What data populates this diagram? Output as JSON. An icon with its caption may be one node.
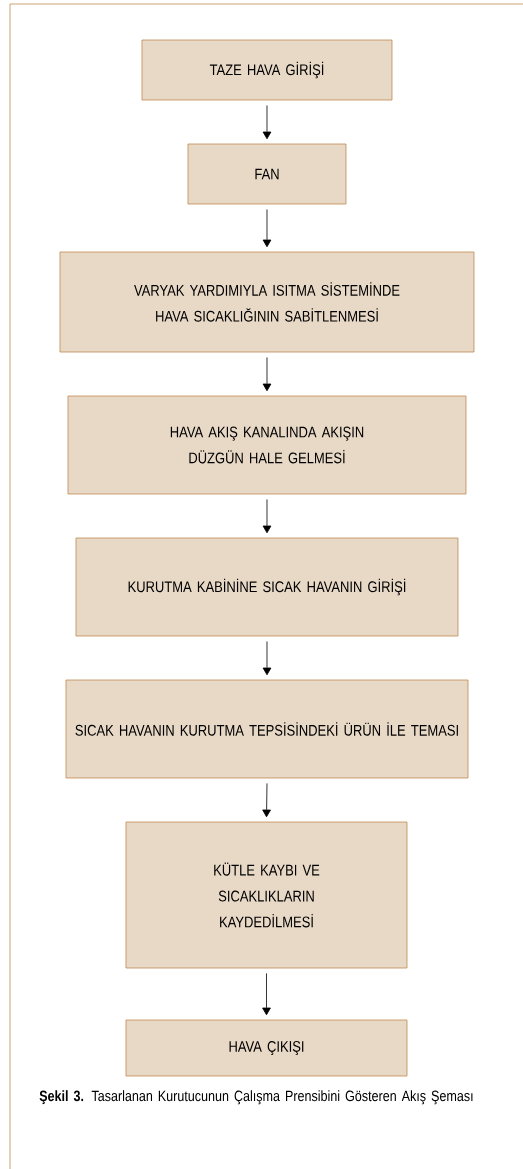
{
  "diagram": {
    "caption": "**Şekil 3.** Tasarlanan Kurutucunun Çalışma Prensibini Gösteren Akış Şeması",
    "nodes": [
      {
        "text": [
          "TAZE HAVA GİRİŞİ"
        ]
      },
      {
        "text": [
          "FAN"
        ]
      },
      {
        "text": [
          "VARYAK YARDIMIYLA ISITMA SİSTEMİNDE HAVA SICAKLIĞININ SABİTLENMESİ"
        ]
      },
      {
        "text": [
          "HAVA AKIŞ KANALINDA AKIŞIN DÜZGÜN HALE GELMESİ"
        ]
      },
      {
        "text": [
          "KURUTMA KABİNİNE SICAK HAVANIN GİRİŞİ"
        ]
      },
      {
        "text": [
          "SICAK HAVANIN KURUTMA TEPSİSİNDEKİ ÜRÜN İLE TEMASI"
        ]
      },
      {
        "text": [
          "KÜTLE KAYBI VE SICAKLIKLARIN KAYDEDİLMESİ"
        ]
      },
      {
        "text": [
          "HAVA ÇIKIŞI"
        ]
      }
    ],
    "edges": [
      {
        "from": 0,
        "to": 1,
        "arrow": "to"
      },
      {
        "from": 1,
        "to": 2,
        "arrow": "to"
      },
      {
        "from": 2,
        "to": 3,
        "arrow": "to"
      },
      {
        "from": 3,
        "to": 4,
        "arrow": "to"
      },
      {
        "from": 4,
        "to": 5,
        "arrow": "to"
      },
      {
        "from": 5,
        "to": 6,
        "arrow": "to"
      },
      {
        "from": 6,
        "to": 7,
        "arrow": "to"
      }
    ]
  }
}
